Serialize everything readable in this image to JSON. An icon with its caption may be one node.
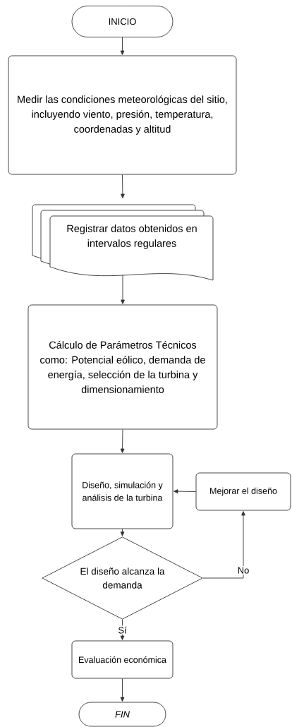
{
  "diagram": {
    "nodes": [
      {
        "text": [
          "INICIO"
        ]
      },
      {
        "text": [
          "Medir las condiciones meteorológicas del sitio, incluyendo viento, presión, temperatura, coordenadas y altitud"
        ]
      },
      {
        "text": [
          "Registrar datos obtenidos en intervalos regulares"
        ]
      },
      {
        "text": [
          "Cálculo de Parámetros Técnicos como: Potencial eólico, demanda de energía, selección de la turbina y dimensionamiento"
        ]
      },
      {
        "text": [
          "Diseño, simulación y análisis de la turbina"
        ]
      },
      {
        "text": [
          "Mejorar el diseño"
        ]
      },
      {
        "text": [
          "El diseño alcanza la demanda"
        ]
      },
      {
        "text": [
          "Evaluación económica"
        ]
      },
      {
        "text": [
          "FIN"
        ]
      }
    ],
    "edges": [
      {
        "from": 0,
        "to": 1,
        "arrow": "to"
      },
      {
        "from": 1,
        "to": 2,
        "arrow": "to"
      },
      {
        "from": 2,
        "to": 3,
        "arrow": "to"
      },
      {
        "from": 3,
        "to": 4,
        "arrow": "to"
      },
      {
        "from": 4,
        "to": 6,
        "arrow": "to"
      },
      {
        "from": 6,
        "to": 5,
        "arrow": "to",
        "label": "No"
      },
      {
        "from": 5,
        "to": 4,
        "arrow": "to"
      },
      {
        "from": 6,
        "to": 7,
        "arrow": "to",
        "label": "Sí"
      },
      {
        "from": 7,
        "to": 8,
        "arrow": "to"
      }
    ]
  }
}
